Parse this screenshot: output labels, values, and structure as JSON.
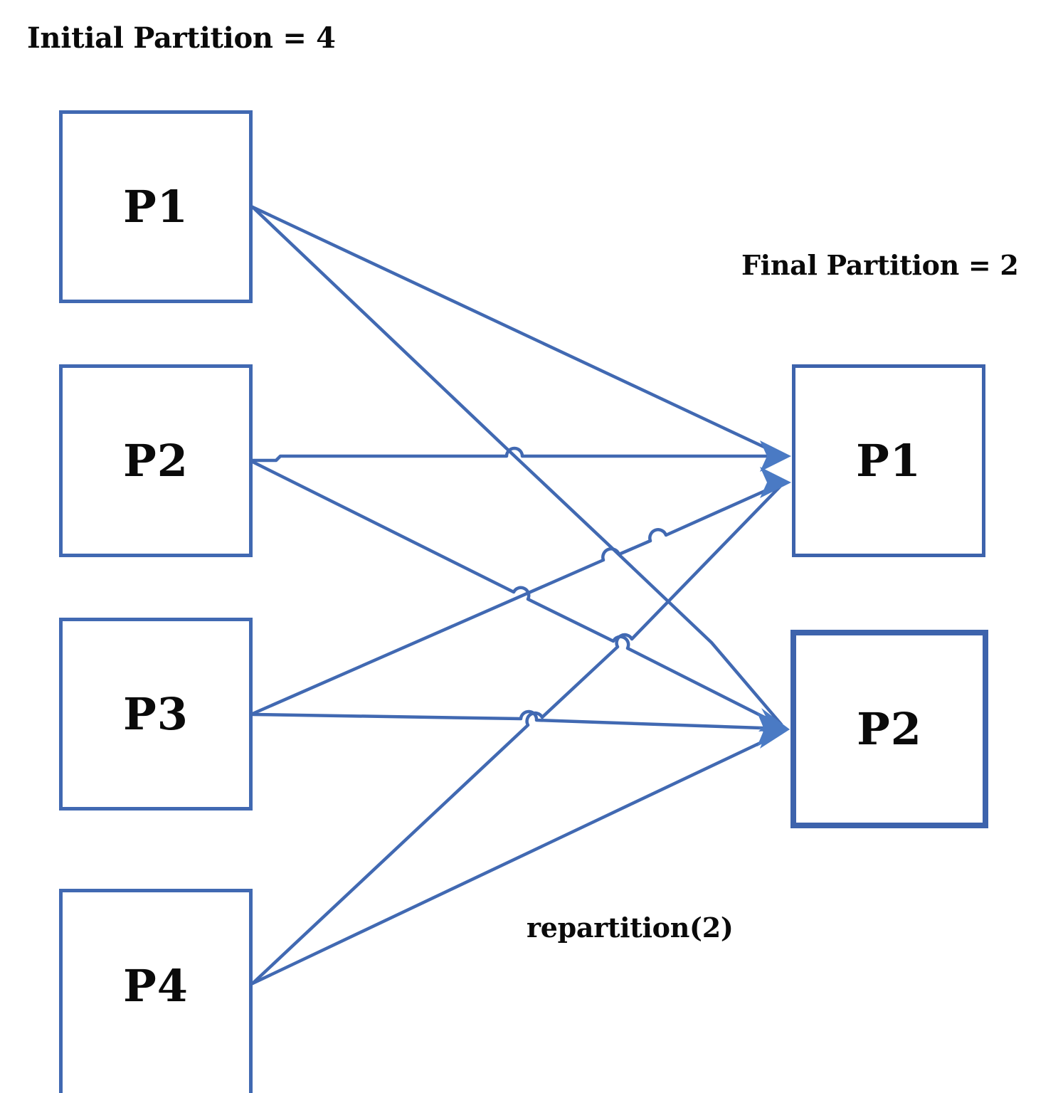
{
  "diagram": {
    "type": "flow-diagram",
    "title_left": "Initial Partition = 4",
    "title_right": "Final Partition = 2",
    "operation_label": "repartition(2)",
    "accent_color": "#4169b2",
    "text_color": "#0a0a0a",
    "background": "#ffffff"
  },
  "source": {
    "count": 4,
    "boxes": [
      {
        "label": "P1"
      },
      {
        "label": "P2"
      },
      {
        "label": "P3"
      },
      {
        "label": "P4"
      }
    ]
  },
  "target": {
    "count": 2,
    "boxes": [
      {
        "label": "P1"
      },
      {
        "label": "P2"
      }
    ]
  },
  "edges": [
    {
      "from": "P1",
      "to": "P1"
    },
    {
      "from": "P1",
      "to": "P2"
    },
    {
      "from": "P2",
      "to": "P1"
    },
    {
      "from": "P2",
      "to": "P2"
    },
    {
      "from": "P3",
      "to": "P1"
    },
    {
      "from": "P3",
      "to": "P2"
    },
    {
      "from": "P4",
      "to": "P1"
    },
    {
      "from": "P4",
      "to": "P2"
    }
  ]
}
